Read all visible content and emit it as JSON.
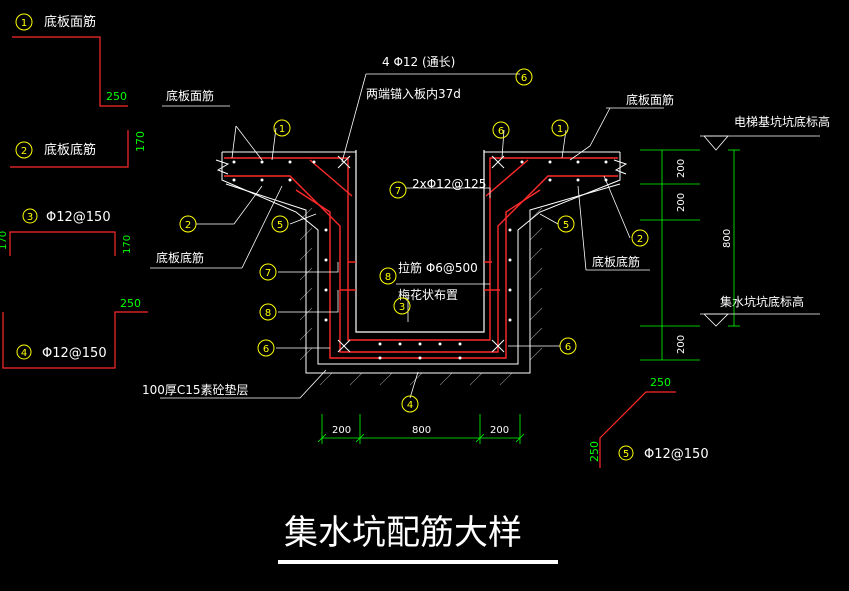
{
  "drawing_title": "集水坑配筋大样",
  "legend": {
    "item1": {
      "num": "1",
      "label": "底板面筋",
      "dim": "250"
    },
    "item2": {
      "num": "2",
      "label": "底板底筋",
      "dim": "170"
    },
    "item3": {
      "num": "3",
      "label": "Φ12@150",
      "dim_a": "170",
      "dim_b": "170"
    },
    "item4": {
      "num": "4",
      "label": "Φ12@150",
      "dim": "250"
    },
    "item5": {
      "num": "5",
      "label": "Φ12@150",
      "dim_a": "250",
      "dim_b": "250"
    }
  },
  "callouts": {
    "top_bar": "4 Φ12 (通长)",
    "anchor": "两端锚入板内37d",
    "bar7": "2xΦ12@125",
    "tie": "拉筋  Φ6@500",
    "tie2": "梅花状布置",
    "left_top": "底板面筋",
    "left_bot": "底板底筋",
    "right_top": "底板面筋",
    "right_bot": "底板底筋",
    "cushion": "100厚C15素砼垫层",
    "elev1": "电梯基坑坑底标高",
    "elev2": "集水坑坑底标高"
  },
  "markers": {
    "m1": "1",
    "m2": "2",
    "m3": "3",
    "m4": "4",
    "m5": "5",
    "m6": "6",
    "m7": "7",
    "m8": "8"
  },
  "dims": {
    "bottom_left": "200",
    "bottom_mid": "800",
    "bottom_right": "200",
    "right_200a": "200",
    "right_200b": "200",
    "right_800": "800",
    "right_200c": "200"
  },
  "colors": {
    "bg": "#000000",
    "line": "#ffffff",
    "dim": "#00ff00",
    "rebar": "#ff2a2a",
    "leader": "#ffffff"
  }
}
